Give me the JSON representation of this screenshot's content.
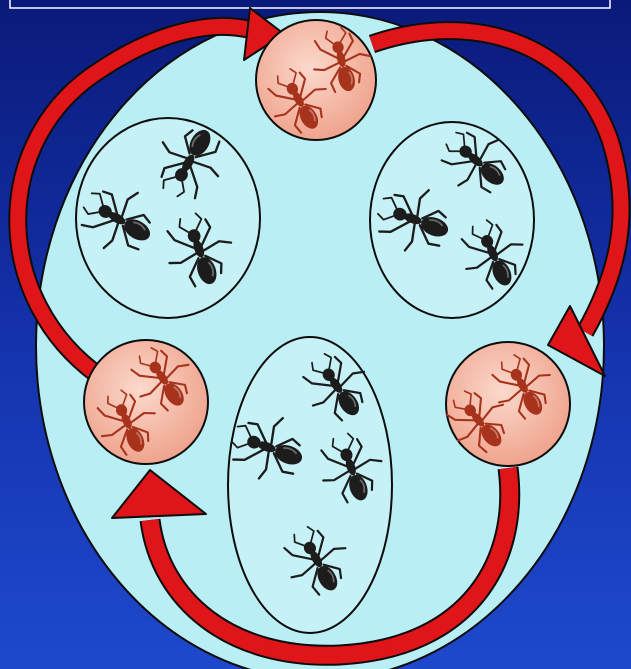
{
  "colors": {
    "background_top": "#0a1a7a",
    "background_bottom": "#1a3dbd",
    "colony": "#b9eef4",
    "group_fill": "#c6f1f6",
    "visitor_fill": "#f4b9a6",
    "arrow": "#e0151a",
    "black_ant": "#1c1c1c",
    "red_ant": "#a7331c",
    "outline": "#0d0d0d"
  },
  "diagram": {
    "nest": {
      "name": "colony-nest",
      "shape": "oval"
    },
    "resident_groups": [
      {
        "name": "resident-group-left",
        "ant_count": 3
      },
      {
        "name": "resident-group-right",
        "ant_count": 3
      },
      {
        "name": "resident-group-bottom",
        "ant_count": 4
      }
    ],
    "visitor_groups": [
      {
        "name": "visitor-group-top",
        "ant_count": 2
      },
      {
        "name": "visitor-group-right",
        "ant_count": 2
      },
      {
        "name": "visitor-group-left",
        "ant_count": 2
      }
    ],
    "arrows": [
      {
        "name": "arrow-left-to-top",
        "from": "visitor-group-left",
        "to": "visitor-group-top"
      },
      {
        "name": "arrow-top-to-right",
        "from": "visitor-group-top",
        "to": "visitor-group-right"
      },
      {
        "name": "arrow-right-to-left",
        "from": "visitor-group-right",
        "to": "visitor-group-left"
      }
    ]
  }
}
